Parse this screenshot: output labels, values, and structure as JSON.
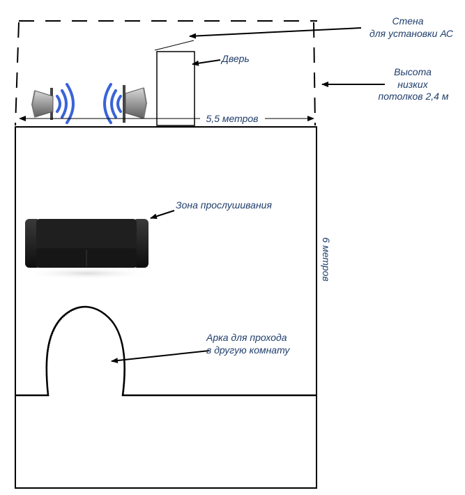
{
  "labels": {
    "wall_line1": "Стена",
    "wall_line2": "для установки АС",
    "door": "Дверь",
    "ceiling_line1": "Высота",
    "ceiling_line2": "низких",
    "ceiling_line3": "потолков 2,4 м",
    "width": "5,5 метров",
    "listening": "Зона прослушивания",
    "length": "6 метров",
    "arch_line1": "Арка для прохода",
    "arch_line2": "в другую комнату"
  },
  "icons": {
    "speaker_left": "speaker-icon",
    "speaker_right": "speaker-icon",
    "sofa": "sofa-icon"
  },
  "colors": {
    "label_text": "#1f3d6b",
    "sound_waves": "#3a63d8",
    "lines": "#000000"
  }
}
